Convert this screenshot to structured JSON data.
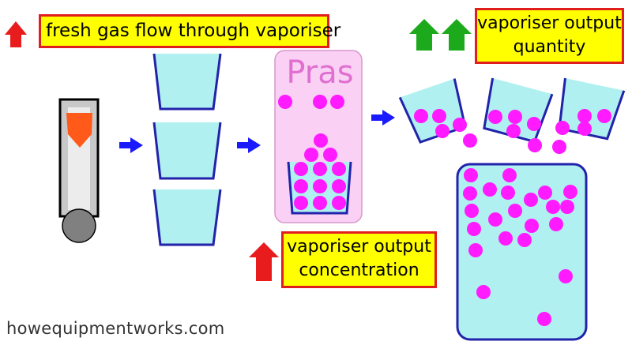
{
  "labels": {
    "fresh_gas_flow": "fresh gas flow through vaporiser",
    "output_quantity": "vaporiser output quantity",
    "output_concentration": "vaporiser output concentration",
    "chamber": "Pras",
    "credit": "howequipmentworks.com"
  },
  "indicators": {
    "fresh_gas_flow": {
      "direction": "up",
      "count": 1,
      "color": "#e81c1c"
    },
    "output_quantity": {
      "direction": "up",
      "count": 2,
      "color": "#1caa1c"
    },
    "output_concentration": {
      "direction": "up",
      "count": 1,
      "color": "#e81c1c"
    }
  },
  "colors": {
    "cup_fill": "#b0f0f0",
    "cup_stroke": "#2222aa",
    "molecule": "#ff1aff",
    "chamber_fill": "#fad0f5",
    "flow_arrow": "#1a1aff",
    "flowmeter_bobbin": "#ff5a1a"
  }
}
